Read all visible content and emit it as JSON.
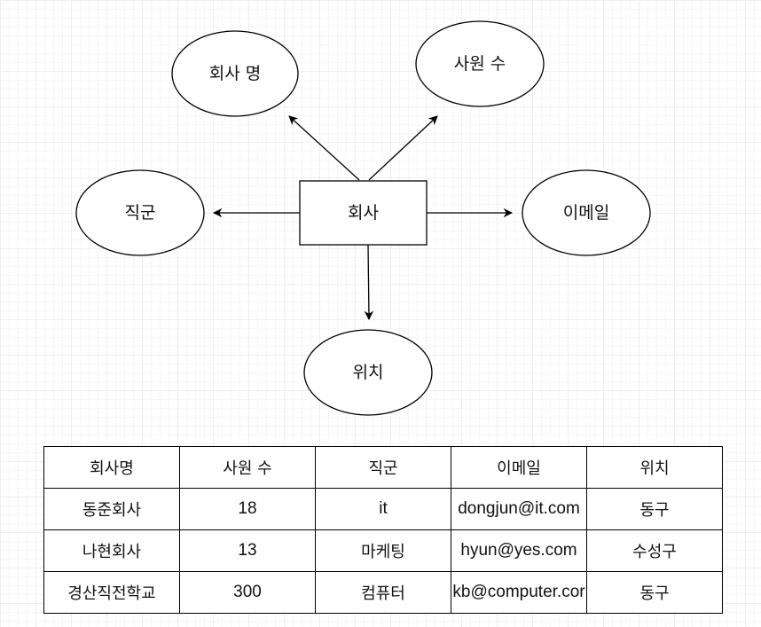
{
  "diagram": {
    "entity": "회사",
    "attributes": {
      "company_name": "회사 명",
      "employee_count": "사원 수",
      "job_group": "직군",
      "email": "이메일",
      "location": "위치"
    }
  },
  "table": {
    "headers": [
      "회사명",
      "사원 수",
      "직군",
      "이메일",
      "위치"
    ],
    "rows": [
      [
        "동준회사",
        "18",
        "it",
        "dongjun@it.com",
        "동구"
      ],
      [
        "나현회사",
        "13",
        "마케팅",
        "hyun@yes.com",
        "수성구"
      ],
      [
        "경산직전학교",
        "300",
        "컴퓨터",
        "kb@computer.cor",
        "동구"
      ]
    ]
  }
}
